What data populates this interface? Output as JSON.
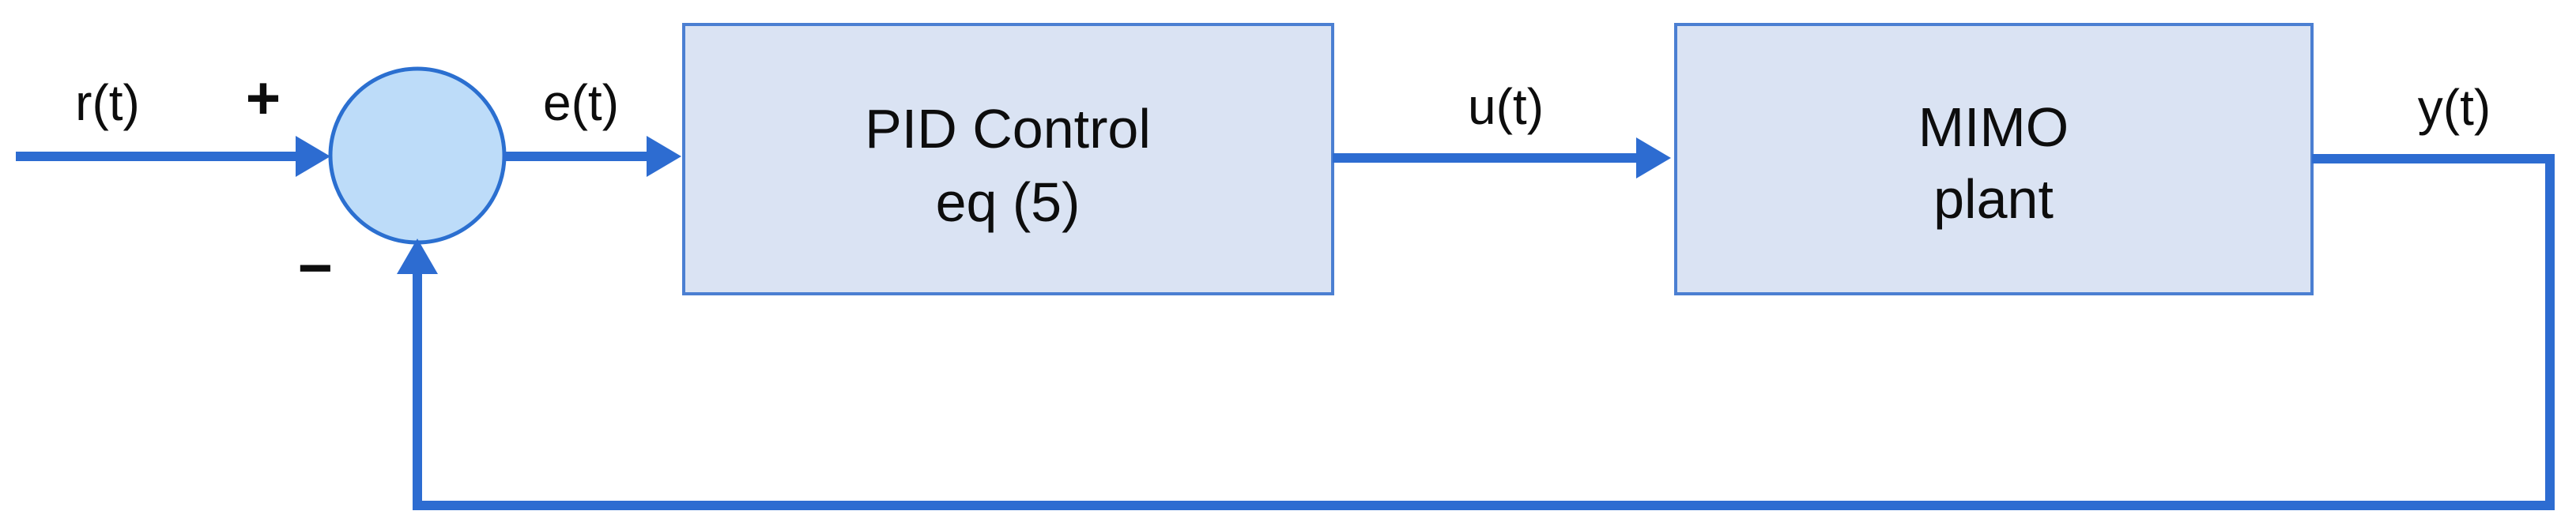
{
  "diagram": {
    "type": "feedback-control-block-diagram",
    "background": "#ffffff",
    "colors": {
      "line_blue": "#2d6cd1",
      "box_fill": "#dae3f3",
      "box_stroke": "#4b7fd2",
      "junction_fill": "#bddcf9",
      "junction_stroke": "#2b6fd0",
      "text_color": "#0d0d0d"
    },
    "labels": {
      "reference": "r(t)",
      "error": "e(t)",
      "control": "u(t)",
      "output": "y(t)"
    },
    "summing_junction": {
      "plus_label": "+",
      "minus_label": "−"
    },
    "blocks": [
      {
        "id": "controller",
        "line1": "PID Control",
        "line2": "eq (5)"
      },
      {
        "id": "plant",
        "line1": "MIMO",
        "line2": "plant"
      }
    ]
  }
}
